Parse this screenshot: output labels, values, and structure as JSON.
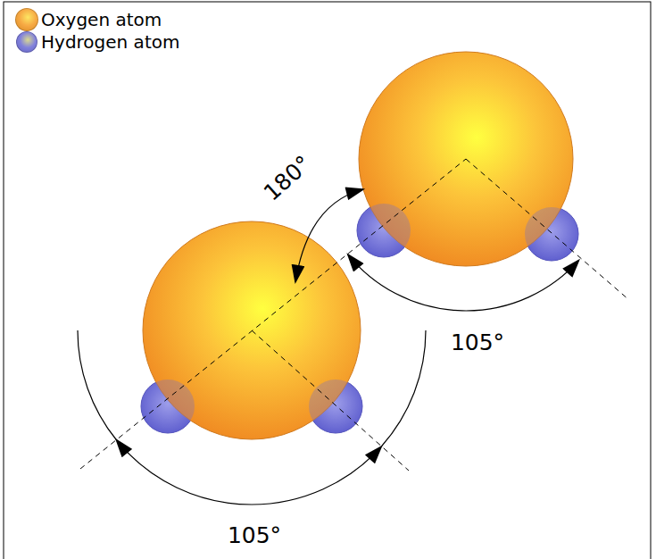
{
  "diagram": {
    "labels": [
      "180°",
      "105°",
      "105°"
    ],
    "legend": [
      {
        "text": "Oxygen atom",
        "color": "#f59a23"
      },
      {
        "text": "Hydrogen atom",
        "color": "#6b6bd6"
      }
    ]
  }
}
